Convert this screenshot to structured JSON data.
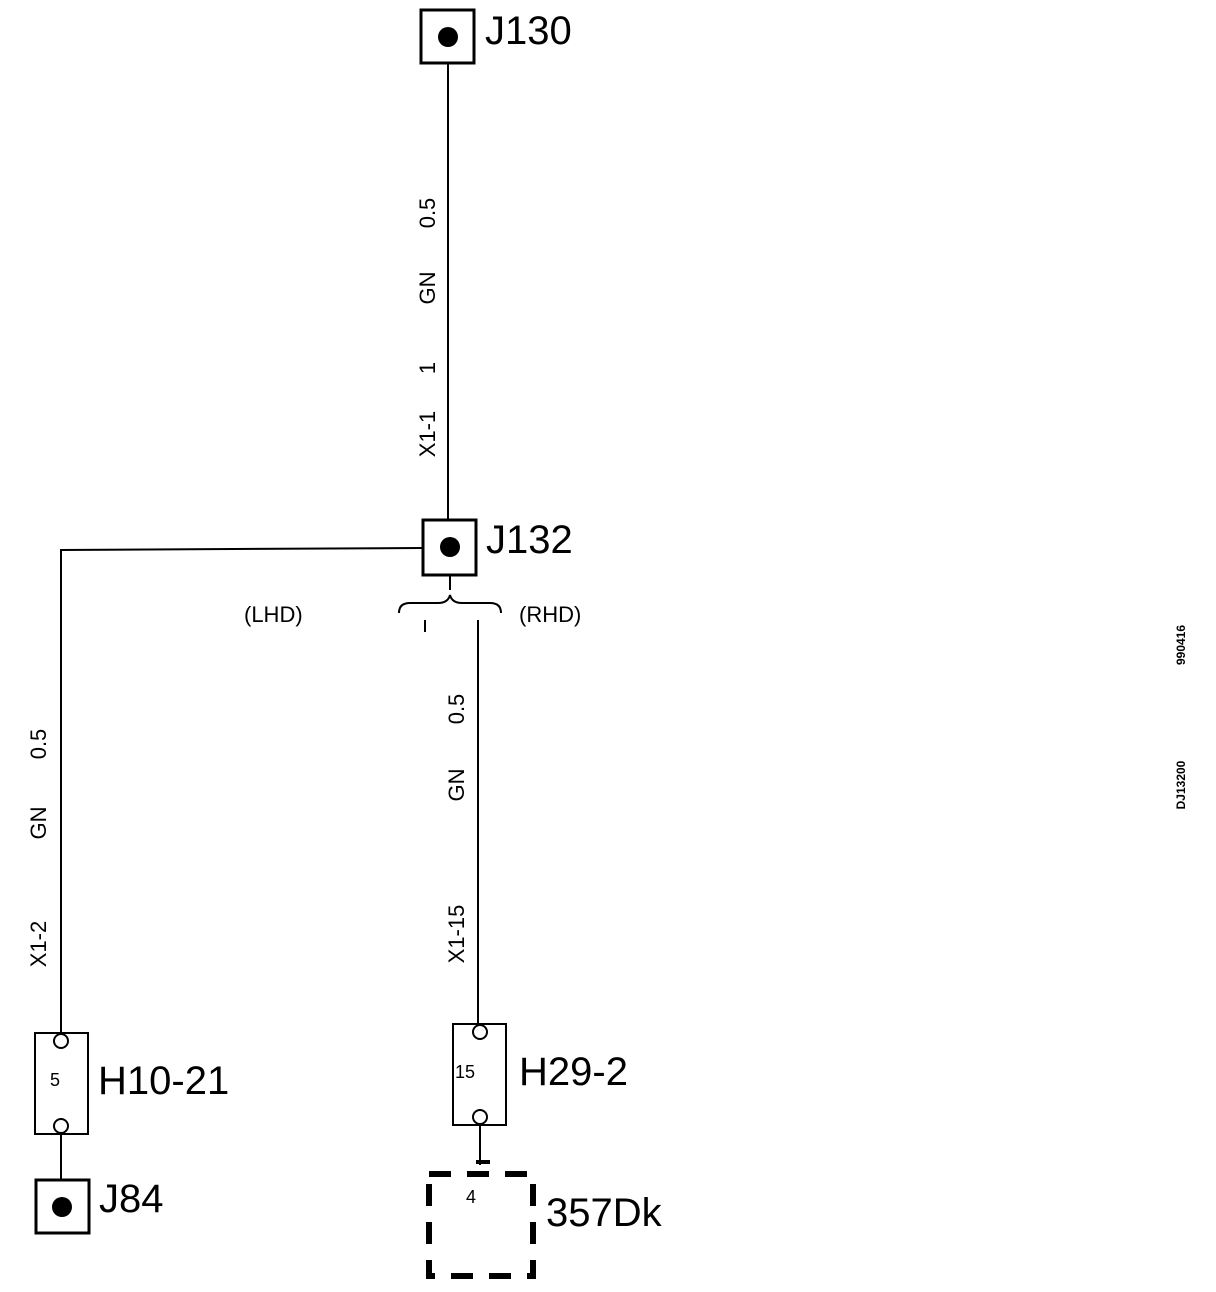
{
  "junctions": {
    "j130": "J130",
    "j132": "J132",
    "j84": "J84"
  },
  "connectors": {
    "h10": {
      "label": "H10-21",
      "pin": "5"
    },
    "h29": {
      "label": "H29-2",
      "pin": "15"
    }
  },
  "component": {
    "label": "357Dk",
    "pin": "4"
  },
  "variants": {
    "lhd": "(LHD)",
    "rhd": "(RHD)"
  },
  "wires": {
    "top": {
      "size": "0.5",
      "color": "GN",
      "pin": "1",
      "connector": "X1-1"
    },
    "left": {
      "size": "0.5",
      "color": "GN",
      "connector": "X1-2"
    },
    "right": {
      "size": "0.5",
      "color": "GN",
      "connector": "X1-15"
    }
  },
  "codes": {
    "date": "990416",
    "drawing": "DJ13200"
  }
}
